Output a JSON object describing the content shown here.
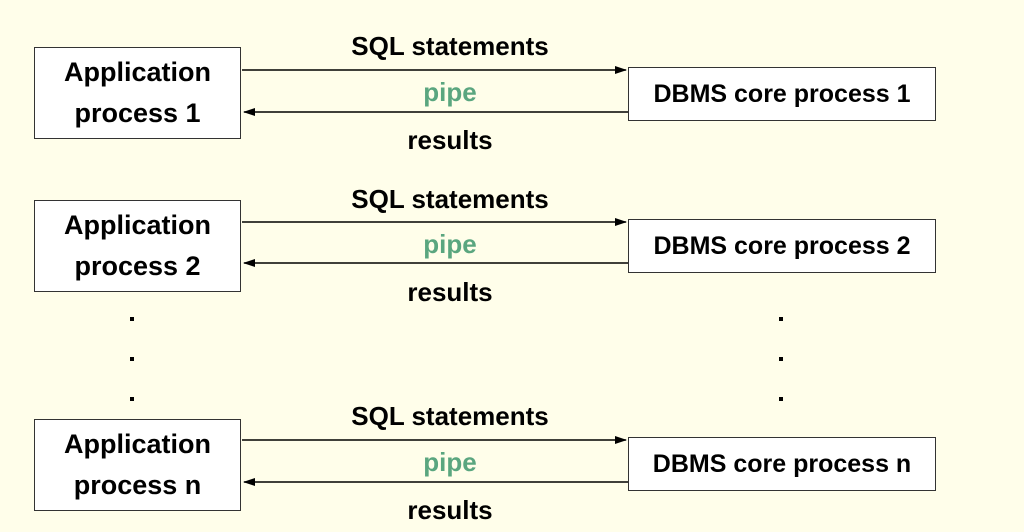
{
  "rows": [
    {
      "app_line1": "Application",
      "app_line2": "process 1",
      "dbms": "DBMS core process 1",
      "forward": "SQL statements",
      "channel": "pipe",
      "back": "results"
    },
    {
      "app_line1": "Application",
      "app_line2": "process 2",
      "dbms": "DBMS core process 2",
      "forward": "SQL statements",
      "channel": "pipe",
      "back": "results"
    },
    {
      "app_line1": "Application",
      "app_line2": "process n",
      "dbms": "DBMS core process n",
      "forward": "SQL statements",
      "channel": "pipe",
      "back": "results"
    }
  ],
  "colors": {
    "background": "#fffeea",
    "pipe_text": "#5aa67f"
  }
}
